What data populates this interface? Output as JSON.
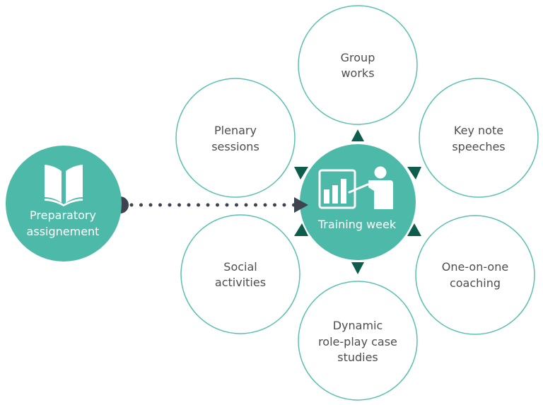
{
  "diagram": {
    "colors": {
      "accent": "#4dbaa9",
      "outline": "#5cc0b0",
      "arrow": "#0e5c4c",
      "dots": "#3d4450",
      "text": "#4d4d4d"
    },
    "start": {
      "label_line1": "Preparatory",
      "label_line2": "assignement",
      "icon": "open-book-icon"
    },
    "center": {
      "label": "Training week",
      "icon": "presenter-chart-icon"
    },
    "nodes": {
      "group_works": {
        "line1": "Group",
        "line2": "works"
      },
      "key_note": {
        "line1": "Key note",
        "line2": "speeches"
      },
      "one_on_one": {
        "line1": "One-on-one",
        "line2": "coaching"
      },
      "dynamic": {
        "line1": "Dynamic",
        "line2": "role-play case",
        "line3": "studies"
      },
      "social": {
        "line1": "Social",
        "line2": "activities"
      },
      "plenary": {
        "line1": "Plenary",
        "line2": "sessions"
      }
    }
  }
}
